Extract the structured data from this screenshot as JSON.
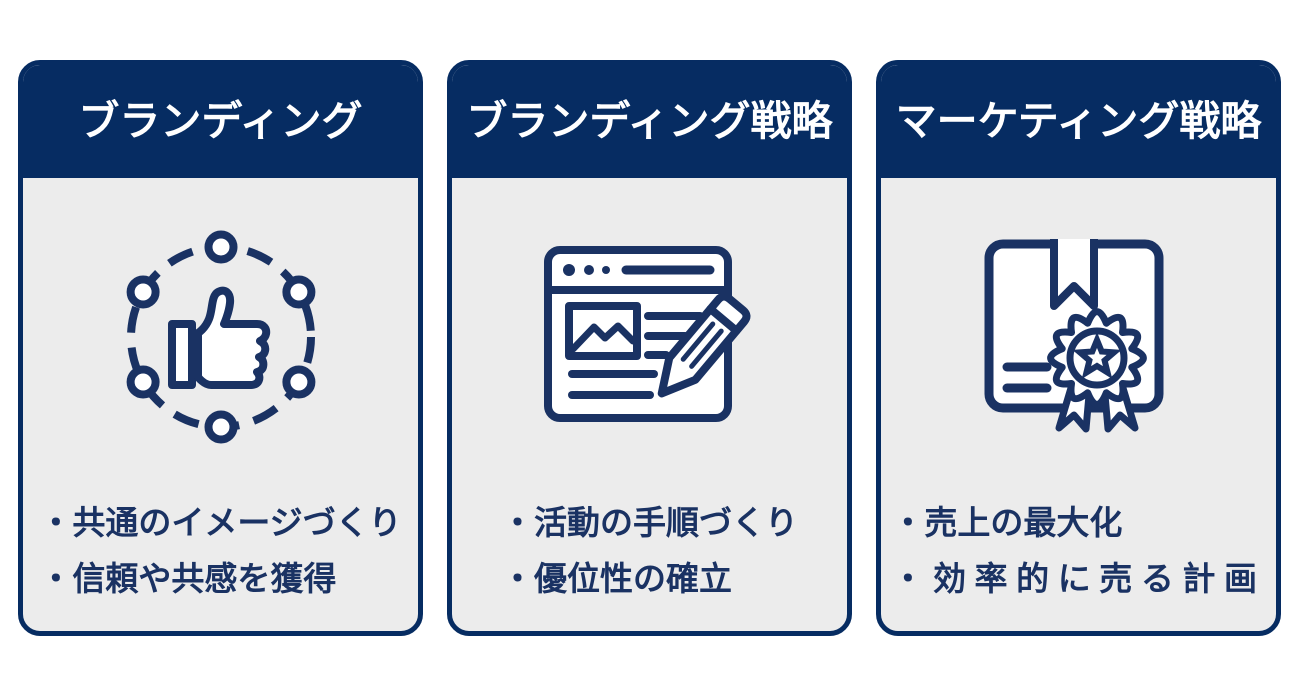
{
  "theme": {
    "navy": "#062c62",
    "text_navy": "#1a3263",
    "card_body_bg": "#ececec",
    "page_bg": "#ffffff",
    "header_text": "#ffffff"
  },
  "cards": [
    {
      "id": "branding",
      "title": "ブランディング",
      "icon": "thumbs-up-network-icon",
      "bullets": [
        "・共通のイメージづくり",
        "・信頼や共感を獲得"
      ]
    },
    {
      "id": "branding-strategy",
      "title": "ブランディング戦略",
      "icon": "web-page-pencil-icon",
      "bullets": [
        "・活動の手順づくり",
        "・優位性の確立"
      ]
    },
    {
      "id": "marketing-strategy",
      "title": "マーケティング戦略",
      "icon": "certified-package-icon",
      "bullets": [
        "・売上の最大化",
        "・効率的に売る計画"
      ]
    }
  ]
}
